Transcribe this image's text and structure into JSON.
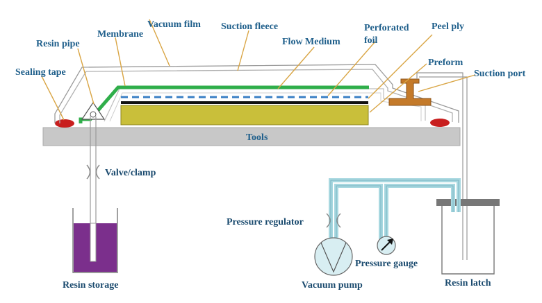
{
  "labels": {
    "vacuum_film": "Vacuum film",
    "suction_fleece": "Suction fleece",
    "perforated_foil_1": "Perforated",
    "perforated_foil_2": "foil",
    "peel_ply": "Peel ply",
    "resin_pipe": "Resin pipe",
    "membrane": "Membrane",
    "flow_medium": "Flow Medium",
    "preform": "Preform",
    "suction_port": "Suction port",
    "sealing_tape": "Sealing tape",
    "tools": "Tools",
    "valve_clamp": "Valve/clamp",
    "pressure_regulator": "Pressure regulator",
    "pressure_gauge": "Pressure gauge",
    "resin_storage": "Resin storage",
    "vacuum_pump": "Vacuum pump",
    "resin_latch": "Resin latch"
  },
  "colors": {
    "tool_plate": "#c8c8c8",
    "preform": "#c9bf3a",
    "membrane": "#2fae4a",
    "suction_port": "#c47a2a",
    "sealing_tape": "#c81e1e",
    "resin": "#7b2f8c",
    "vacuum_line": "#a8d8e0",
    "leader": "#d9a544"
  }
}
